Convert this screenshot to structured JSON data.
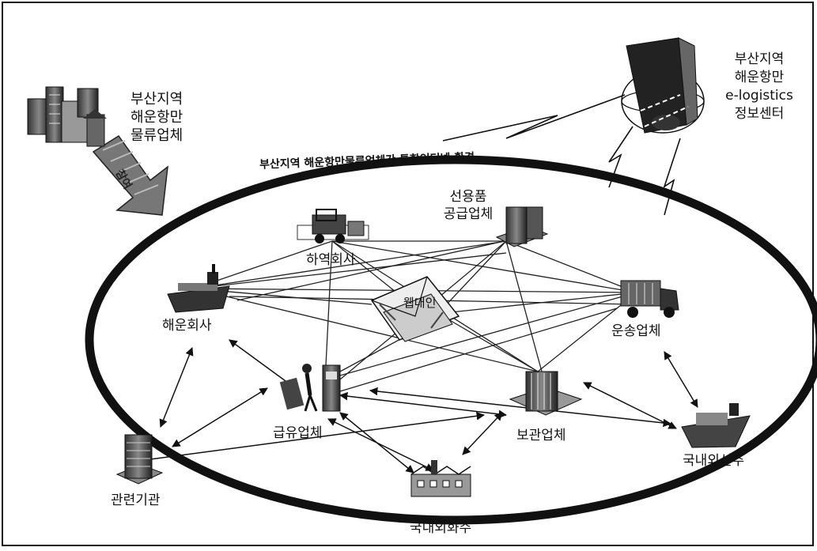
{
  "nodes": {
    "busan_logistics": [
      "부산지역",
      "해운항만",
      "물류업체"
    ],
    "info_center": [
      "부산지역",
      "해운항만",
      "e-logistics",
      "정보센터"
    ],
    "stevedoring": "하역회사",
    "ship_supply": [
      "선용품",
      "공급업체"
    ],
    "shipping": "해운회사",
    "transport": "운송업체",
    "fueling": "급유업체",
    "storage": "보관업체",
    "agencies": "관련기관",
    "shipowners": "국내외선주",
    "shippers": "국내외화주",
    "webedi": "웹대인"
  },
  "ring_title": "부산지역 해운항만물류업체간 통합인터넷 환경",
  "entry_arrow_label": "참여",
  "colors": {
    "ink": "#111111",
    "background": "#ffffff",
    "shade": "#555555",
    "light": "#bbbbbb"
  }
}
